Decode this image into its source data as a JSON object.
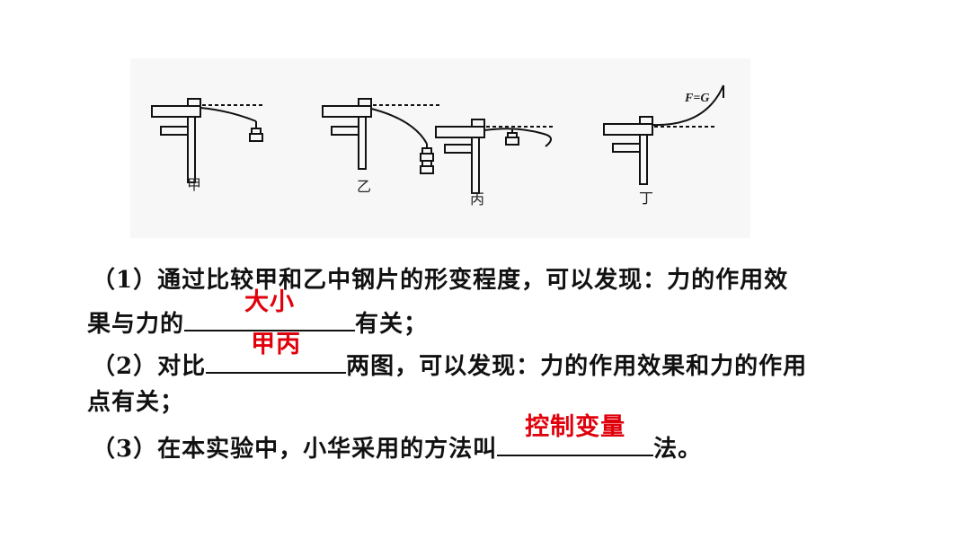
{
  "figure": {
    "labels": [
      "甲",
      "乙",
      "丙",
      "丁"
    ],
    "force_label": "F=G"
  },
  "questions": [
    {
      "line1_prefix": "（1）通过比较甲和乙中钢片的形变程度，可以发现：力的作用效",
      "line2_prefix": "果与力的",
      "answer": "大小",
      "line2_suffix": "有关；"
    },
    {
      "line1_prefix": "（2）对比",
      "answer": "甲丙",
      "line1_suffix": "两图，可以发现：力的作用效果和力的作用",
      "line2_text": "点有关；"
    },
    {
      "line1_prefix": "（3）在本实验中，小华采用的方法叫",
      "answer": "控制变量",
      "line1_suffix": "法。"
    }
  ],
  "colors": {
    "answer": "#e0000b",
    "text": "#111111"
  }
}
